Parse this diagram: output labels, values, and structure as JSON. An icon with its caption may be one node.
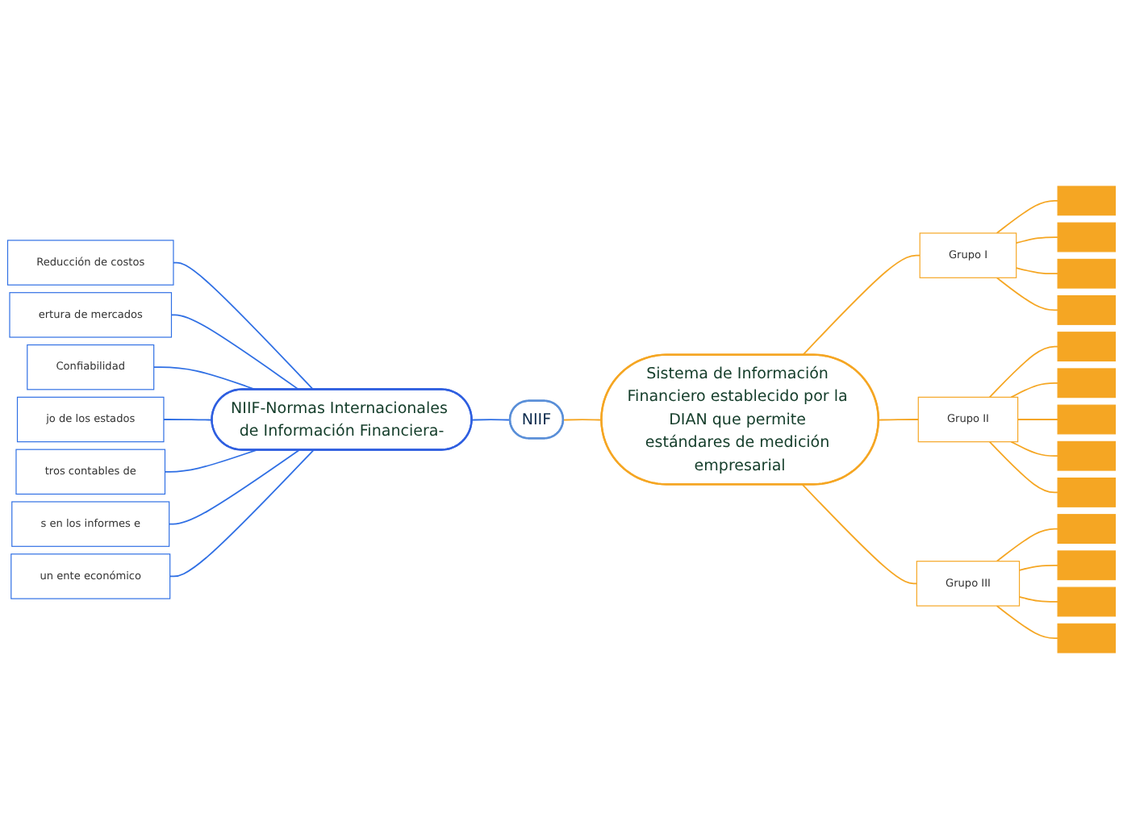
{
  "diagram": {
    "nodes": [
      {
        "text": [
          "NIIF"
        ]
      },
      {
        "text": [
          "NIIF-Normas Internacionales de Información Financiera-"
        ]
      },
      {
        "text": [
          "Reducción de costos"
        ]
      },
      {
        "text": [
          "ertura de mercados"
        ]
      },
      {
        "text": [
          "Confiabilidad"
        ]
      },
      {
        "text": [
          "jo de los estados"
        ]
      },
      {
        "text": [
          "tros contables de"
        ]
      },
      {
        "text": [
          "s en los informes e"
        ]
      },
      {
        "text": [
          "un ente económico"
        ]
      },
      {
        "text": [
          "Sistema de Información Financiero establecido por la DIAN que permite estándares de medición empresarial"
        ]
      },
      {
        "text": [
          "Grupo I"
        ]
      },
      {
        "text": [],
        "shape": "bar"
      },
      {
        "text": [],
        "shape": "bar"
      },
      {
        "text": [],
        "shape": "bar"
      },
      {
        "text": [],
        "shape": "bar"
      },
      {
        "text": [
          "Grupo II"
        ]
      },
      {
        "text": [],
        "shape": "bar"
      },
      {
        "text": [],
        "shape": "bar"
      },
      {
        "text": [],
        "shape": "bar"
      },
      {
        "text": [],
        "shape": "bar"
      },
      {
        "text": [],
        "shape": "bar"
      },
      {
        "text": [
          "Grupo III"
        ]
      },
      {
        "text": [],
        "shape": "bar"
      },
      {
        "text": [],
        "shape": "bar"
      },
      {
        "text": [],
        "shape": "bar"
      },
      {
        "text": [],
        "shape": "bar"
      }
    ],
    "edges": [
      {
        "from": 1,
        "to": 0,
        "arrow": "none",
        "color": "#2f6fe4"
      },
      {
        "from": 2,
        "to": 1,
        "arrow": "none",
        "color": "#2f6fe4"
      },
      {
        "from": 3,
        "to": 1,
        "arrow": "none",
        "color": "#2f6fe4"
      },
      {
        "from": 4,
        "to": 1,
        "arrow": "none",
        "color": "#2f6fe4"
      },
      {
        "from": 5,
        "to": 1,
        "arrow": "none",
        "color": "#2f6fe4"
      },
      {
        "from": 6,
        "to": 1,
        "arrow": "none",
        "color": "#2f6fe4"
      },
      {
        "from": 7,
        "to": 1,
        "arrow": "none",
        "color": "#2f6fe4"
      },
      {
        "from": 8,
        "to": 1,
        "arrow": "none",
        "color": "#2f6fe4"
      },
      {
        "from": 0,
        "to": 9,
        "arrow": "none"
      },
      {
        "from": 9,
        "to": 10,
        "arrow": "none"
      },
      {
        "from": 10,
        "to": 11,
        "arrow": "none"
      },
      {
        "from": 10,
        "to": 12,
        "arrow": "none"
      },
      {
        "from": 10,
        "to": 13,
        "arrow": "none"
      },
      {
        "from": 10,
        "to": 14,
        "arrow": "none"
      },
      {
        "from": 9,
        "to": 15,
        "arrow": "none"
      },
      {
        "from": 15,
        "to": 16,
        "arrow": "none"
      },
      {
        "from": 15,
        "to": 17,
        "arrow": "none"
      },
      {
        "from": 15,
        "to": 18,
        "arrow": "none"
      },
      {
        "from": 15,
        "to": 19,
        "arrow": "none"
      },
      {
        "from": 15,
        "to": 20,
        "arrow": "none"
      },
      {
        "from": 9,
        "to": 21,
        "arrow": "none"
      },
      {
        "from": 21,
        "to": 22,
        "arrow": "none"
      },
      {
        "from": 21,
        "to": 23,
        "arrow": "none"
      },
      {
        "from": 21,
        "to": 24,
        "arrow": "none"
      },
      {
        "from": 21,
        "to": 25,
        "arrow": "none"
      }
    ]
  }
}
